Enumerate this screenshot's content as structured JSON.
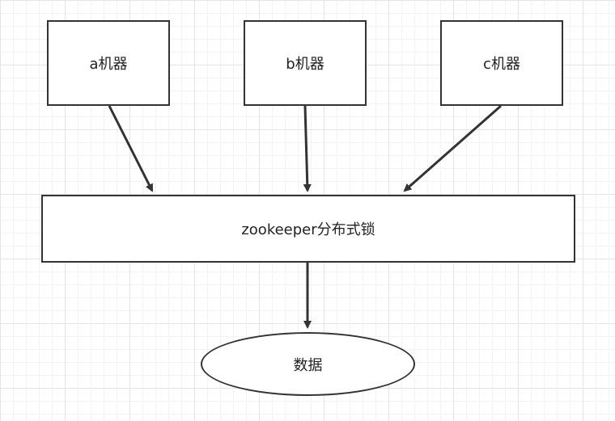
{
  "diagram": {
    "nodes": {
      "machine_a": "a机器",
      "machine_b": "b机器",
      "machine_c": "c机器",
      "lock": "zookeeper分布式锁",
      "data": "数据"
    },
    "colors": {
      "stroke": "#333333",
      "fill": "#ffffff",
      "grid": "#e4e4e4"
    }
  }
}
